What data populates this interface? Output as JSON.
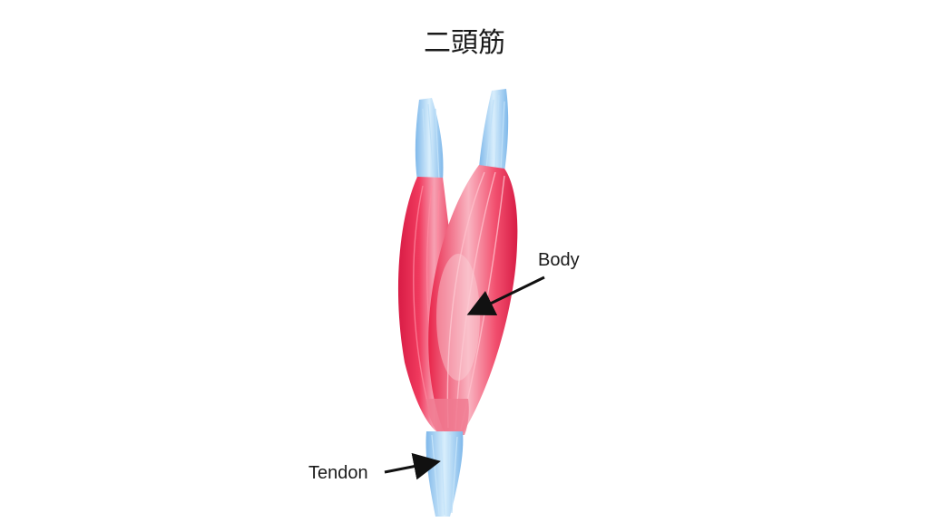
{
  "title": "二頭筋",
  "labels": {
    "body": "Body",
    "tendon": "Tendon"
  },
  "colors": {
    "muscle": "#e8254a",
    "muscle_highlight": "#f7a6b3",
    "tendon": "#8ec4ef",
    "tendon_highlight": "#d6ecfb",
    "arrow": "#111111"
  }
}
